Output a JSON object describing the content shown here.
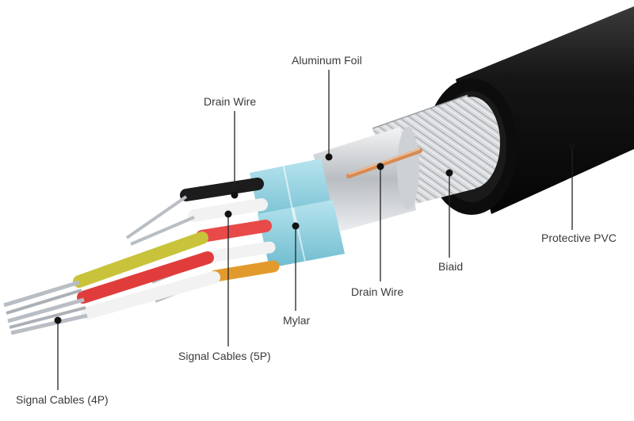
{
  "labels": {
    "aluminum_foil": "Aluminum Foil",
    "drain_wire_top": "Drain Wire",
    "protective_pvc": "Protective PVC",
    "biaid": "Biaid",
    "drain_wire_bottom": "Drain Wire",
    "mylar": "Mylar",
    "signal_cables_5p": "Signal Cables (5P)",
    "signal_cables_4p": "Signal Cables (4P)"
  },
  "colors": {
    "jacket": "#111111",
    "braid": "#c9ccd0",
    "foil": "#d4d7da",
    "mylar": "#8fd0df",
    "copper": "#d88a52",
    "wire_red": "#e03c3c",
    "wire_yellow": "#c8c33a",
    "wire_orange": "#e39a2c",
    "wire_black": "#1c1c1c",
    "wire_white": "#f2f2f2",
    "conductor": "#b8bec4"
  }
}
